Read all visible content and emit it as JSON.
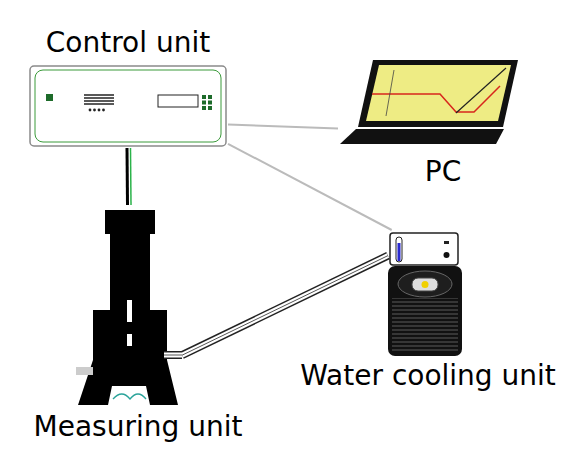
{
  "diagram": {
    "nodes": [
      {
        "text": [
          "Control unit"
        ]
      },
      {
        "text": [
          "PC"
        ]
      },
      {
        "text": [
          "Water cooling unit"
        ]
      },
      {
        "text": [
          "Measuring unit"
        ]
      }
    ],
    "edges": [
      {
        "from": 0,
        "to": 1,
        "arrow": "none"
      },
      {
        "from": 0,
        "to": 3,
        "arrow": "none"
      },
      {
        "from": 0,
        "to": 2,
        "arrow": "none"
      },
      {
        "from": 3,
        "to": 2,
        "arrow": "none"
      }
    ]
  }
}
